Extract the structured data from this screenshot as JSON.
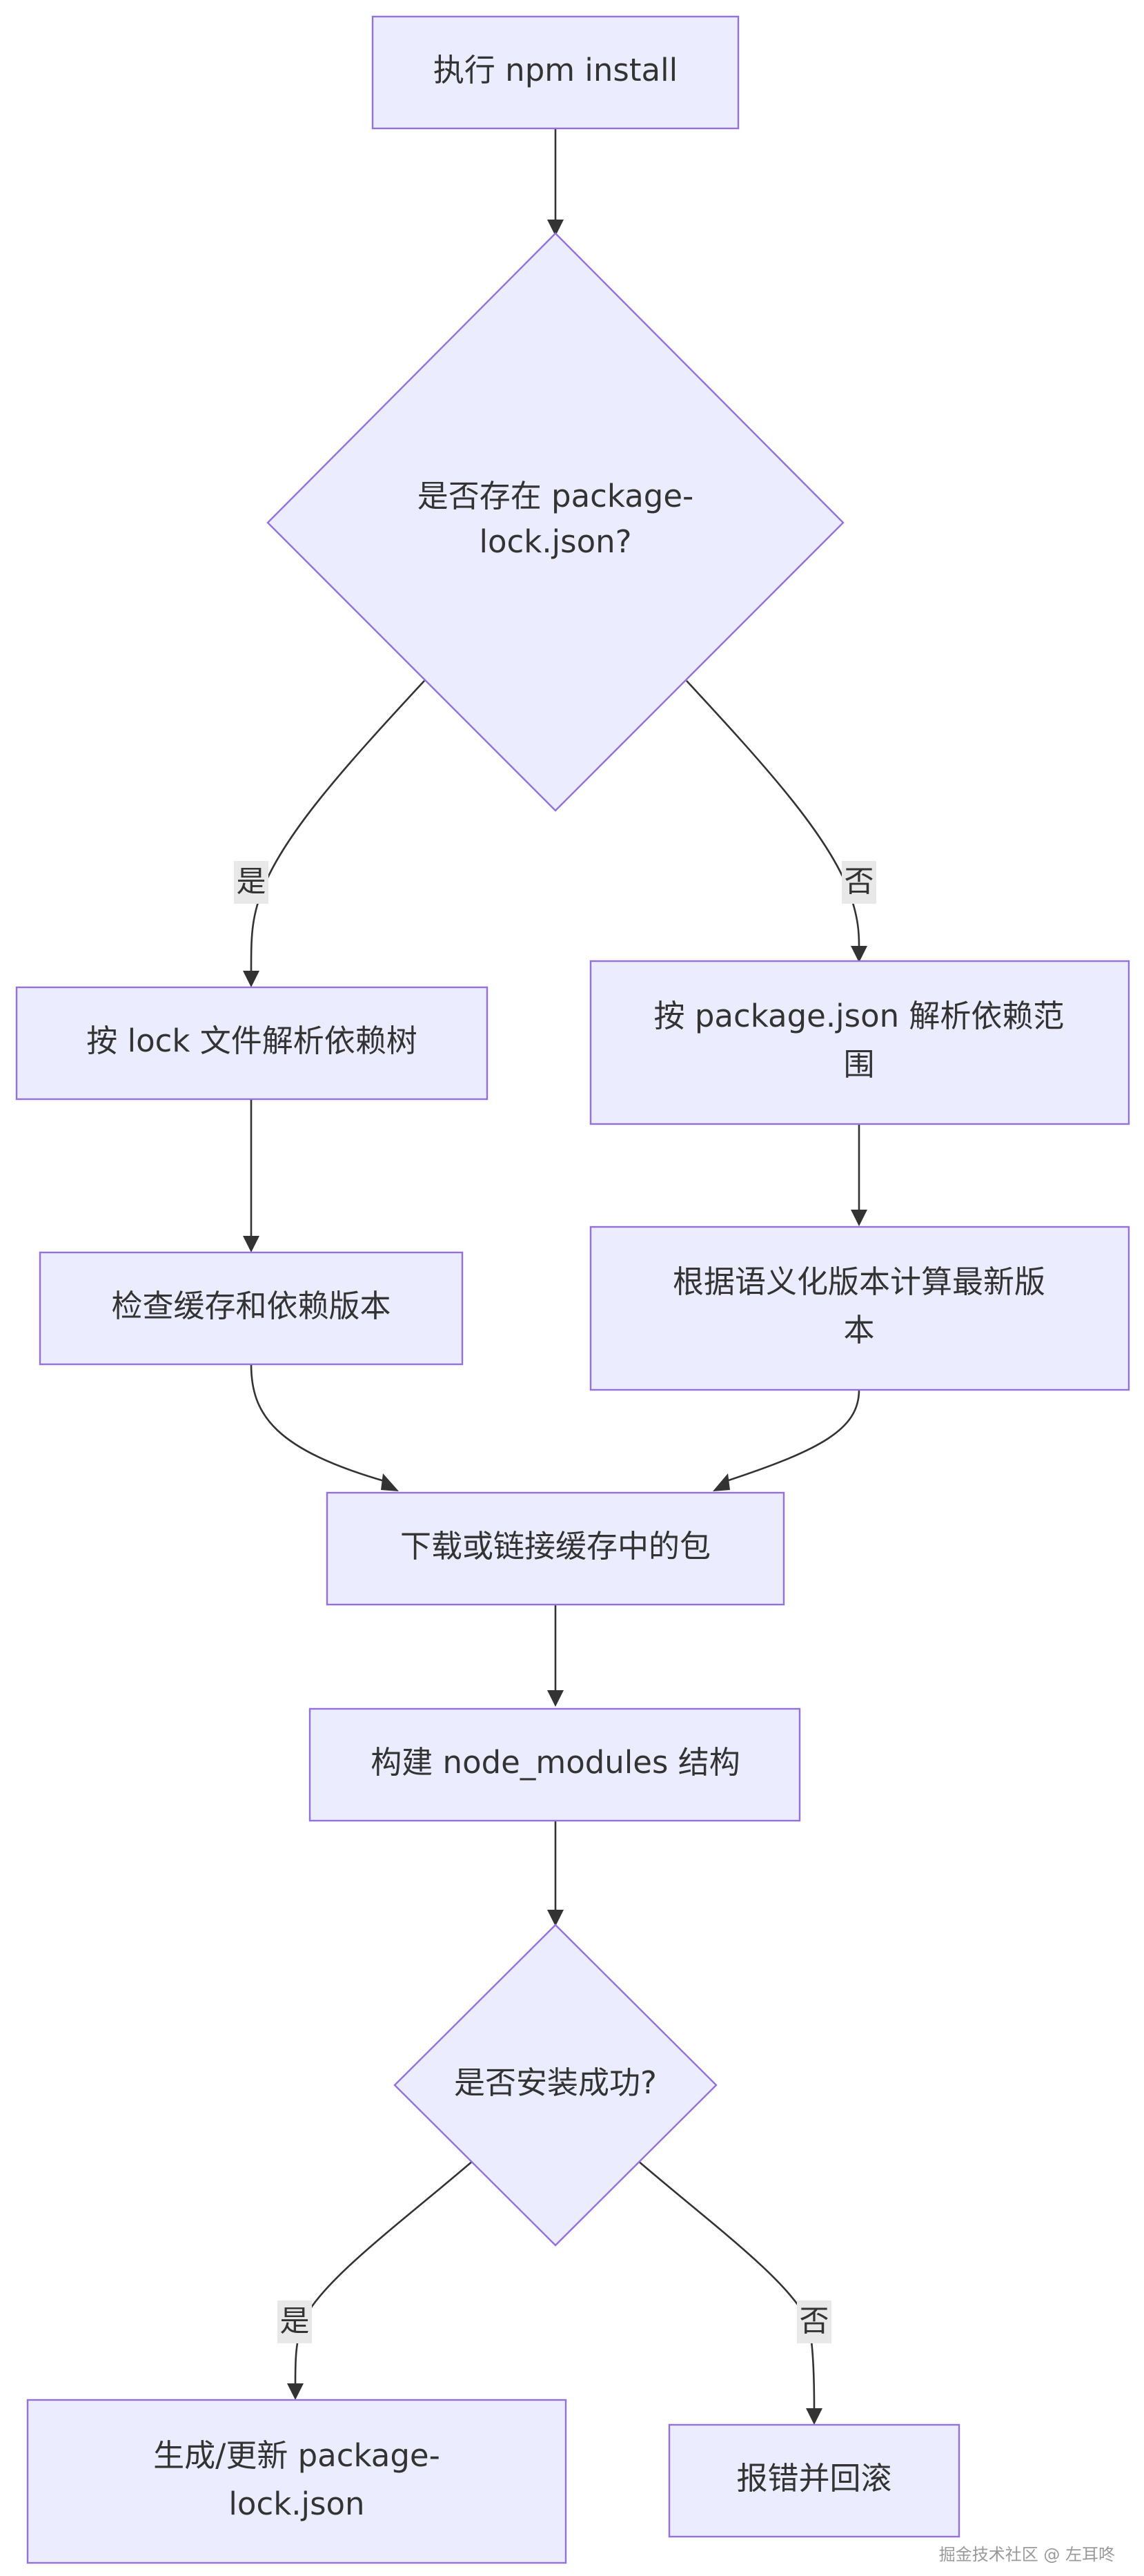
{
  "nodes": {
    "start": "执行 npm install",
    "has_lock": [
      "是否存在 package-",
      "lock.json?"
    ],
    "parse_lock": "按 lock 文件解析依赖树",
    "parse_pkg": [
      "按 package.json 解析依赖范",
      "围"
    ],
    "check_cache": "检查缓存和依赖版本",
    "semver_calc": [
      "根据语义化版本计算最新版",
      "本"
    ],
    "download": "下载或链接缓存中的包",
    "build_modules": "构建 node_modules 结构",
    "install_ok": "是否安装成功?",
    "update_lock": [
      "生成/更新 package-",
      "lock.json"
    ],
    "rollback": "报错并回滚"
  },
  "edges": {
    "lock_yes": "是",
    "lock_no": "否",
    "install_yes": "是",
    "install_no": "否"
  },
  "colors": {
    "node_fill": "#ECECFF",
    "node_stroke": "#9370DB",
    "edge": "#333333"
  },
  "watermark": "掘金技术社区 @ 左耳咚"
}
